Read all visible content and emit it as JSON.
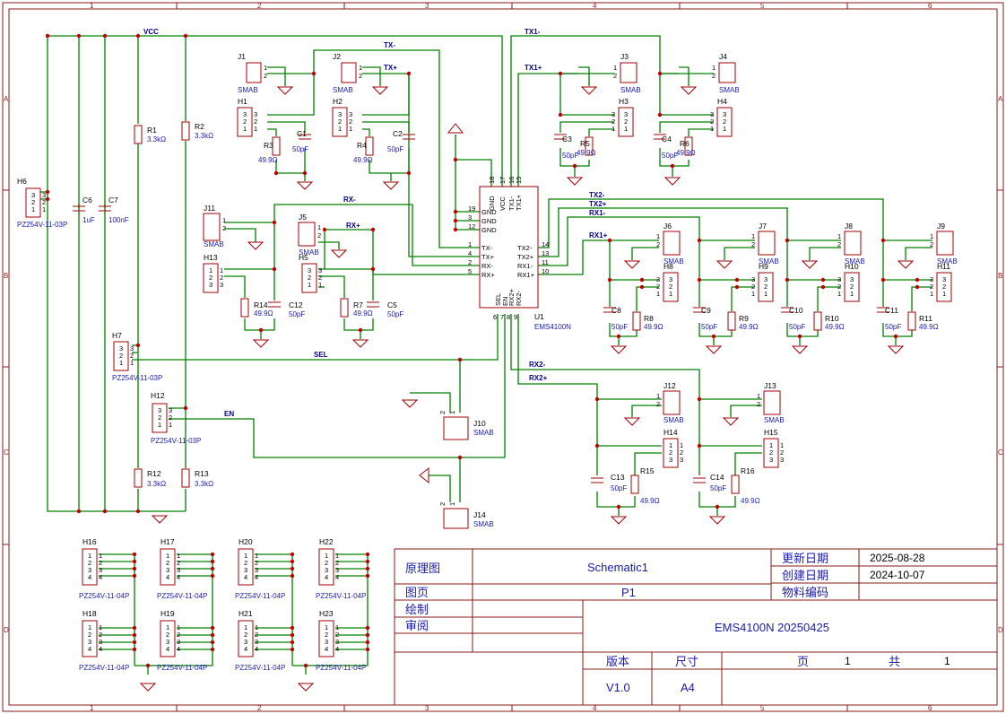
{
  "title_block": {
    "label_schematic": "原理图",
    "schematic_name": "Schematic1",
    "label_sheet": "图页",
    "sheet_name": "P1",
    "label_drawn": "绘制",
    "label_review": "审阅",
    "label_update": "更新日期",
    "update_date": "2025-08-28",
    "label_create": "创建日期",
    "create_date": "2024-10-07",
    "label_part": "物料编码",
    "project": "EMS4100N 20250425",
    "label_version": "版本",
    "version": "V1.0",
    "label_size": "尺寸",
    "size": "A4",
    "label_page": "页",
    "page": "1",
    "label_total": "共",
    "total": "1"
  },
  "zones": {
    "cols": [
      "1",
      "2",
      "3",
      "4",
      "5",
      "6"
    ],
    "rows": [
      "A",
      "B",
      "C",
      "D"
    ]
  },
  "chip": {
    "ref": "U1",
    "value": "EMS4100N",
    "top_pins": {
      "nums": [
        "18",
        "17",
        "16",
        "15"
      ],
      "names": [
        "GND",
        "VCC",
        "TX1-",
        "TX1+"
      ]
    },
    "left_pins": {
      "nums": [
        "19",
        "3",
        "12",
        "1",
        "4",
        "2",
        "5"
      ],
      "names": [
        "GND",
        "GND",
        "GND",
        "TX-",
        "TX+",
        "RX-",
        "RX+"
      ]
    },
    "right_pins": {
      "nums": [
        "14",
        "13",
        "11",
        "10"
      ],
      "names": [
        "TX2-",
        "TX2+",
        "RX1-",
        "RX1+"
      ]
    },
    "bottom_pins": {
      "nums": [
        "6",
        "7",
        "8",
        "9"
      ],
      "names": [
        "SEL",
        "EN",
        "RX2+",
        "RX2-"
      ]
    }
  },
  "nets": {
    "vcc": "VCC",
    "tx_minus": "TX-",
    "tx_plus": "TX+",
    "tx1_minus": "TX1-",
    "tx1_plus": "TX1+",
    "rx_minus": "RX-",
    "rx_plus": "RX+",
    "tx2_minus": "TX2-",
    "tx2_plus": "TX2+",
    "rx1_minus": "RX1-",
    "rx1_plus": "RX1+",
    "rx2_minus": "RX2-",
    "rx2_plus": "RX2+",
    "sel": "SEL",
    "en": "EN"
  },
  "vals": {
    "smab": "SMAB",
    "r49": "49.9Ω",
    "c50": "50pF",
    "r33": "3.3kΩ",
    "c1u": "1uF",
    "c100n": "100nF",
    "hdr3": "PZ254V-11-03P",
    "hdr4": "PZ254V-11-04P"
  },
  "refs": {
    "J1": "J1",
    "J2": "J2",
    "J3": "J3",
    "J4": "J4",
    "J5": "J5",
    "J6": "J6",
    "J7": "J7",
    "J8": "J8",
    "J9": "J9",
    "J10": "J10",
    "J11": "J11",
    "J12": "J12",
    "J13": "J13",
    "J14": "J14",
    "H1": "H1",
    "H2": "H2",
    "H3": "H3",
    "H4": "H4",
    "H5": "H5",
    "H6": "H6",
    "H7": "H7",
    "H8": "H8",
    "H9": "H9",
    "H10": "H10",
    "H11": "H11",
    "H12": "H12",
    "H13": "H13",
    "H14": "H14",
    "H15": "H15",
    "H16": "H16",
    "H17": "H17",
    "H18": "H18",
    "H19": "H19",
    "H20": "H20",
    "H21": "H21",
    "H22": "H22",
    "H23": "H23",
    "R1": "R1",
    "R2": "R2",
    "R3": "R3",
    "R4": "R4",
    "R5": "R5",
    "R6": "R6",
    "R7": "R7",
    "R8": "R8",
    "R9": "R9",
    "R10": "R10",
    "R11": "R11",
    "R12": "R12",
    "R13": "R13",
    "R14": "R14",
    "R15": "R15",
    "R16": "R16",
    "C1": "C1",
    "C2": "C2",
    "C3": "C3",
    "C4": "C4",
    "C5": "C5",
    "C6": "C6",
    "C7": "C7",
    "C8": "C8",
    "C9": "C9",
    "C10": "C10",
    "C11": "C11",
    "C12": "C12",
    "C13": "C13",
    "C14": "C14"
  }
}
